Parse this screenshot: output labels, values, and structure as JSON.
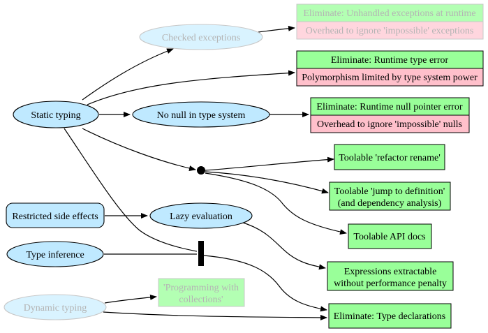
{
  "colors": {
    "ellipse_fill": "#bfe9ff",
    "ellipse_fill_faded": "#d9f3ff",
    "green": "#99ff99",
    "green_faded": "#b3ffb3",
    "pink": "#ffc0cb",
    "pink_faded": "#ffd6de",
    "faded_text": "#b4b4b4",
    "edge": "#000000"
  },
  "nodes": {
    "static_typing": "Static typing",
    "checked_exceptions": "Checked exceptions",
    "no_null": "No null in type system",
    "restricted_side_effects": "Restricted side effects",
    "lazy_evaluation": "Lazy evaluation",
    "type_inference": "Type inference",
    "dynamic_typing": "Dynamic typing",
    "programming_collections": [
      "'Programming with",
      "collections'"
    ]
  },
  "records": {
    "checked_exceptions": {
      "eliminate": "Eliminate: Unhandled exceptions at runtime",
      "overhead": "Overhead to ignore 'impossible' exceptions"
    },
    "runtime_type": {
      "eliminate": "Eliminate: Runtime type error",
      "overhead": "Polymorphism limited by type system power"
    },
    "null_pointer": {
      "eliminate": "Eliminate: Runtime null pointer error",
      "overhead": "Overhead to ignore 'impossible' nulls"
    }
  },
  "outcomes": {
    "refactor_rename": "Toolable 'refactor rename'",
    "jump_to_definition": [
      "Toolable 'jump to definition'",
      "(and dependency analysis)"
    ],
    "api_docs": "Toolable API docs",
    "expressions_extractable": [
      "Expressions extractable",
      "without performance penalty"
    ],
    "type_declarations": "Eliminate: Type declarations"
  }
}
